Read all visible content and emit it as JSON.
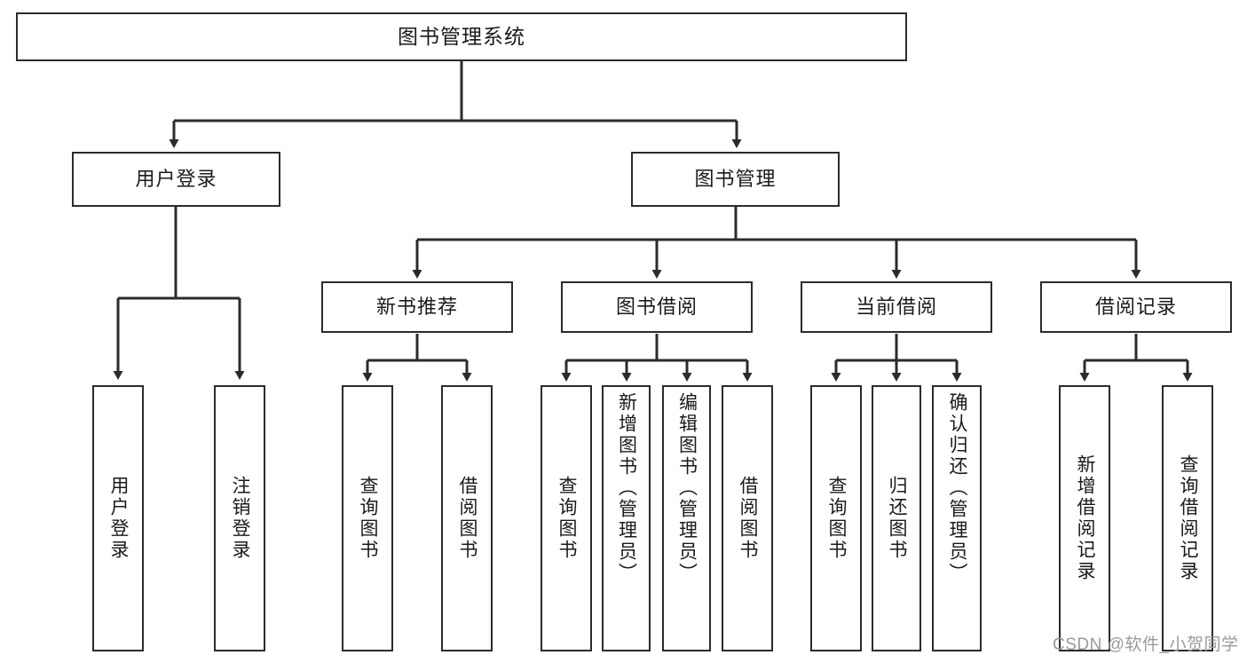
{
  "diagram": {
    "type": "tree-hierarchy",
    "title": "图书管理系统",
    "colors": {
      "stroke": "#2b2b2b",
      "box_fill": "#ffffff",
      "text": "#1a1a1a",
      "background": "#ffffff",
      "watermark": "#9a9a9a"
    },
    "root": {
      "label": "图书管理系统"
    },
    "level2": [
      {
        "label": "用户登录"
      },
      {
        "label": "图书管理"
      }
    ],
    "level3": [
      {
        "label": "新书推荐"
      },
      {
        "label": "图书借阅"
      },
      {
        "label": "当前借阅"
      },
      {
        "label": "借阅记录"
      }
    ],
    "leaves": {
      "user_login": [
        {
          "label": "用户登录"
        },
        {
          "label": "注销登录"
        }
      ],
      "new_book_recommend": [
        {
          "label": "查询图书"
        },
        {
          "label": "借阅图书"
        }
      ],
      "book_borrow": [
        {
          "label": "查询图书"
        },
        {
          "label": "新增图书（管理员）"
        },
        {
          "label": "编辑图书（管理员）"
        },
        {
          "label": "借阅图书"
        }
      ],
      "current_borrow": [
        {
          "label": "查询图书"
        },
        {
          "label": "归还图书"
        },
        {
          "label": "确认归还（管理员）"
        }
      ],
      "borrow_record": [
        {
          "label": "新增借阅记录"
        },
        {
          "label": "查询借阅记录"
        }
      ]
    },
    "watermark": "CSDN @软件_小贺同学"
  }
}
